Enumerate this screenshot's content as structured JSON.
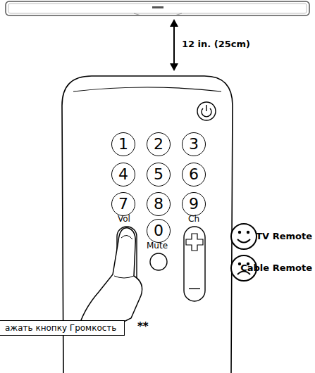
{
  "diagram": {
    "nodes": [
      {
        "text": [
          "1"
        ]
      },
      {
        "text": [
          "2"
        ]
      },
      {
        "text": [
          "3"
        ]
      },
      {
        "text": [
          "4"
        ]
      },
      {
        "text": [
          "5"
        ]
      },
      {
        "text": [
          "6"
        ]
      },
      {
        "text": [
          "7"
        ]
      },
      {
        "text": [
          "8"
        ]
      },
      {
        "text": [
          "9"
        ]
      },
      {
        "text": [
          "0"
        ]
      },
      {
        "text": [
          "ажать кнопку Громкость"
        ]
      }
    ],
    "labels": [
      "12 in. (25cm)",
      "Vol",
      "Mute",
      "Ch",
      "**",
      "TV Remote",
      "Cable Remote"
    ]
  }
}
